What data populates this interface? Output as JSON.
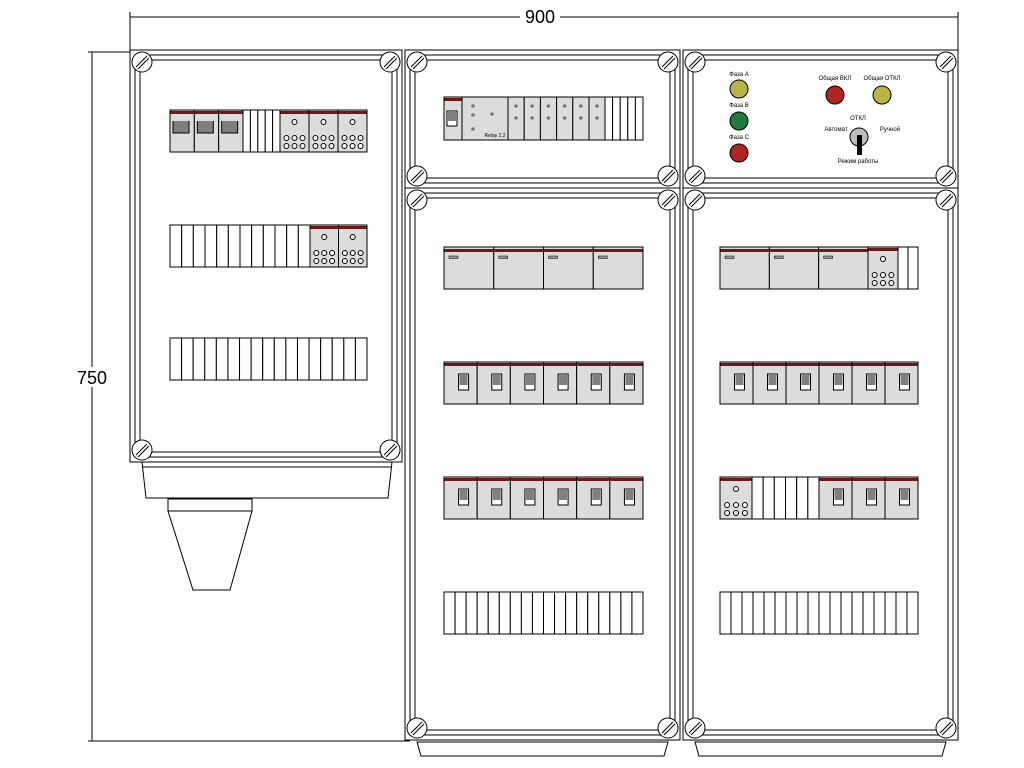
{
  "dimensions": {
    "width": "900",
    "height": "750"
  },
  "relay_label": "Relay 2.2",
  "control_panel": {
    "lamps": [
      {
        "label": "Фаза A",
        "color": "#b8b446"
      },
      {
        "label": "Фаза B",
        "color": "#1f7a3c"
      },
      {
        "label": "Фаза C",
        "color": "#b02424"
      }
    ],
    "buttons": [
      {
        "label": "Общая ВКЛ",
        "color": "#b02424"
      },
      {
        "label": "Общая ОТКЛ",
        "color": "#b8b446"
      }
    ],
    "switch": {
      "off": "ОТКЛ",
      "auto": "Автомат",
      "manual": "Ручной",
      "title": "Режим работы"
    }
  },
  "colors": {
    "module": "#dcdcdc",
    "stripe": "#6b1a1a",
    "stroke": "#000000"
  }
}
